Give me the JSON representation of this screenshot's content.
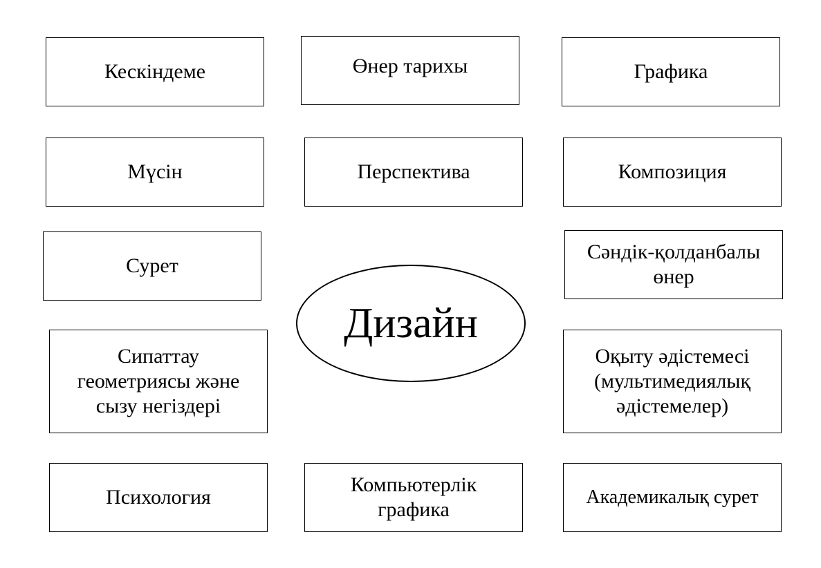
{
  "center": {
    "label": "Дизайн"
  },
  "boxes": {
    "keskindeme": "Кескіндеме",
    "oner_tarihy": "Өнер тарихы",
    "grafika": "Графика",
    "musin": "Мүсін",
    "perspektiva": "Перспектива",
    "kompoziciya": "Композиция",
    "suret": "Сурет",
    "sandik_qoldanbaly_oner": "Сәндік-қолданбалы\nөнер",
    "sipattau_geometriyasy": "Сипаттау\nгеометриясы және\nсызу негіздері",
    "oqytu_adistemesi": "Оқыту әдістемесі\n(мультимедиялық\nәдістемелер)",
    "psihologiya": "Психология",
    "kompyuterlik_grafika": "Компьютерлік\nграфика",
    "akademikalyq_suret": "Академикалық сурет"
  }
}
